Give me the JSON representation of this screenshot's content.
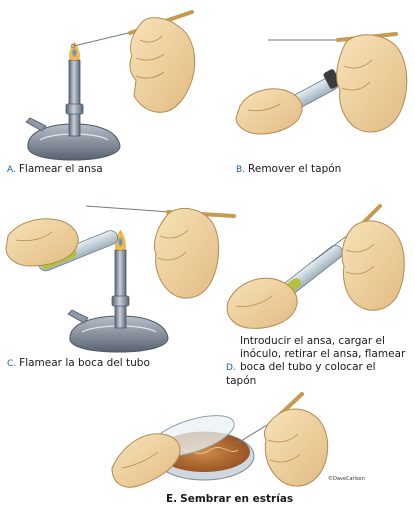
{
  "steps": [
    {
      "letter": "A.",
      "text": "Flamear el ansa"
    },
    {
      "letter": "B.",
      "text": "Remover el tapón"
    },
    {
      "letter": "C.",
      "text": "Flamear la boca del tubo"
    },
    {
      "letter": "D.",
      "text_line1": "Introducir el ansa, cargar el",
      "text_line2": "inóculo, retirar el ansa, flamear",
      "text_line3": "boca del tubo y colocar el tapón"
    },
    {
      "letter": "E.",
      "text": "Sembrar en estrías"
    }
  ],
  "credit": "©DaveCarlson",
  "colors": {
    "skin": "#f3dcae",
    "skin_shade": "#dcb47c",
    "metal": "#8d97a6",
    "metal_dark": "#4f5968",
    "handle": "#c89a4c",
    "broth": "#b5c13a",
    "agar": "#b5682e",
    "flame": "#f4b53a",
    "letter": "#1a5fa8"
  }
}
